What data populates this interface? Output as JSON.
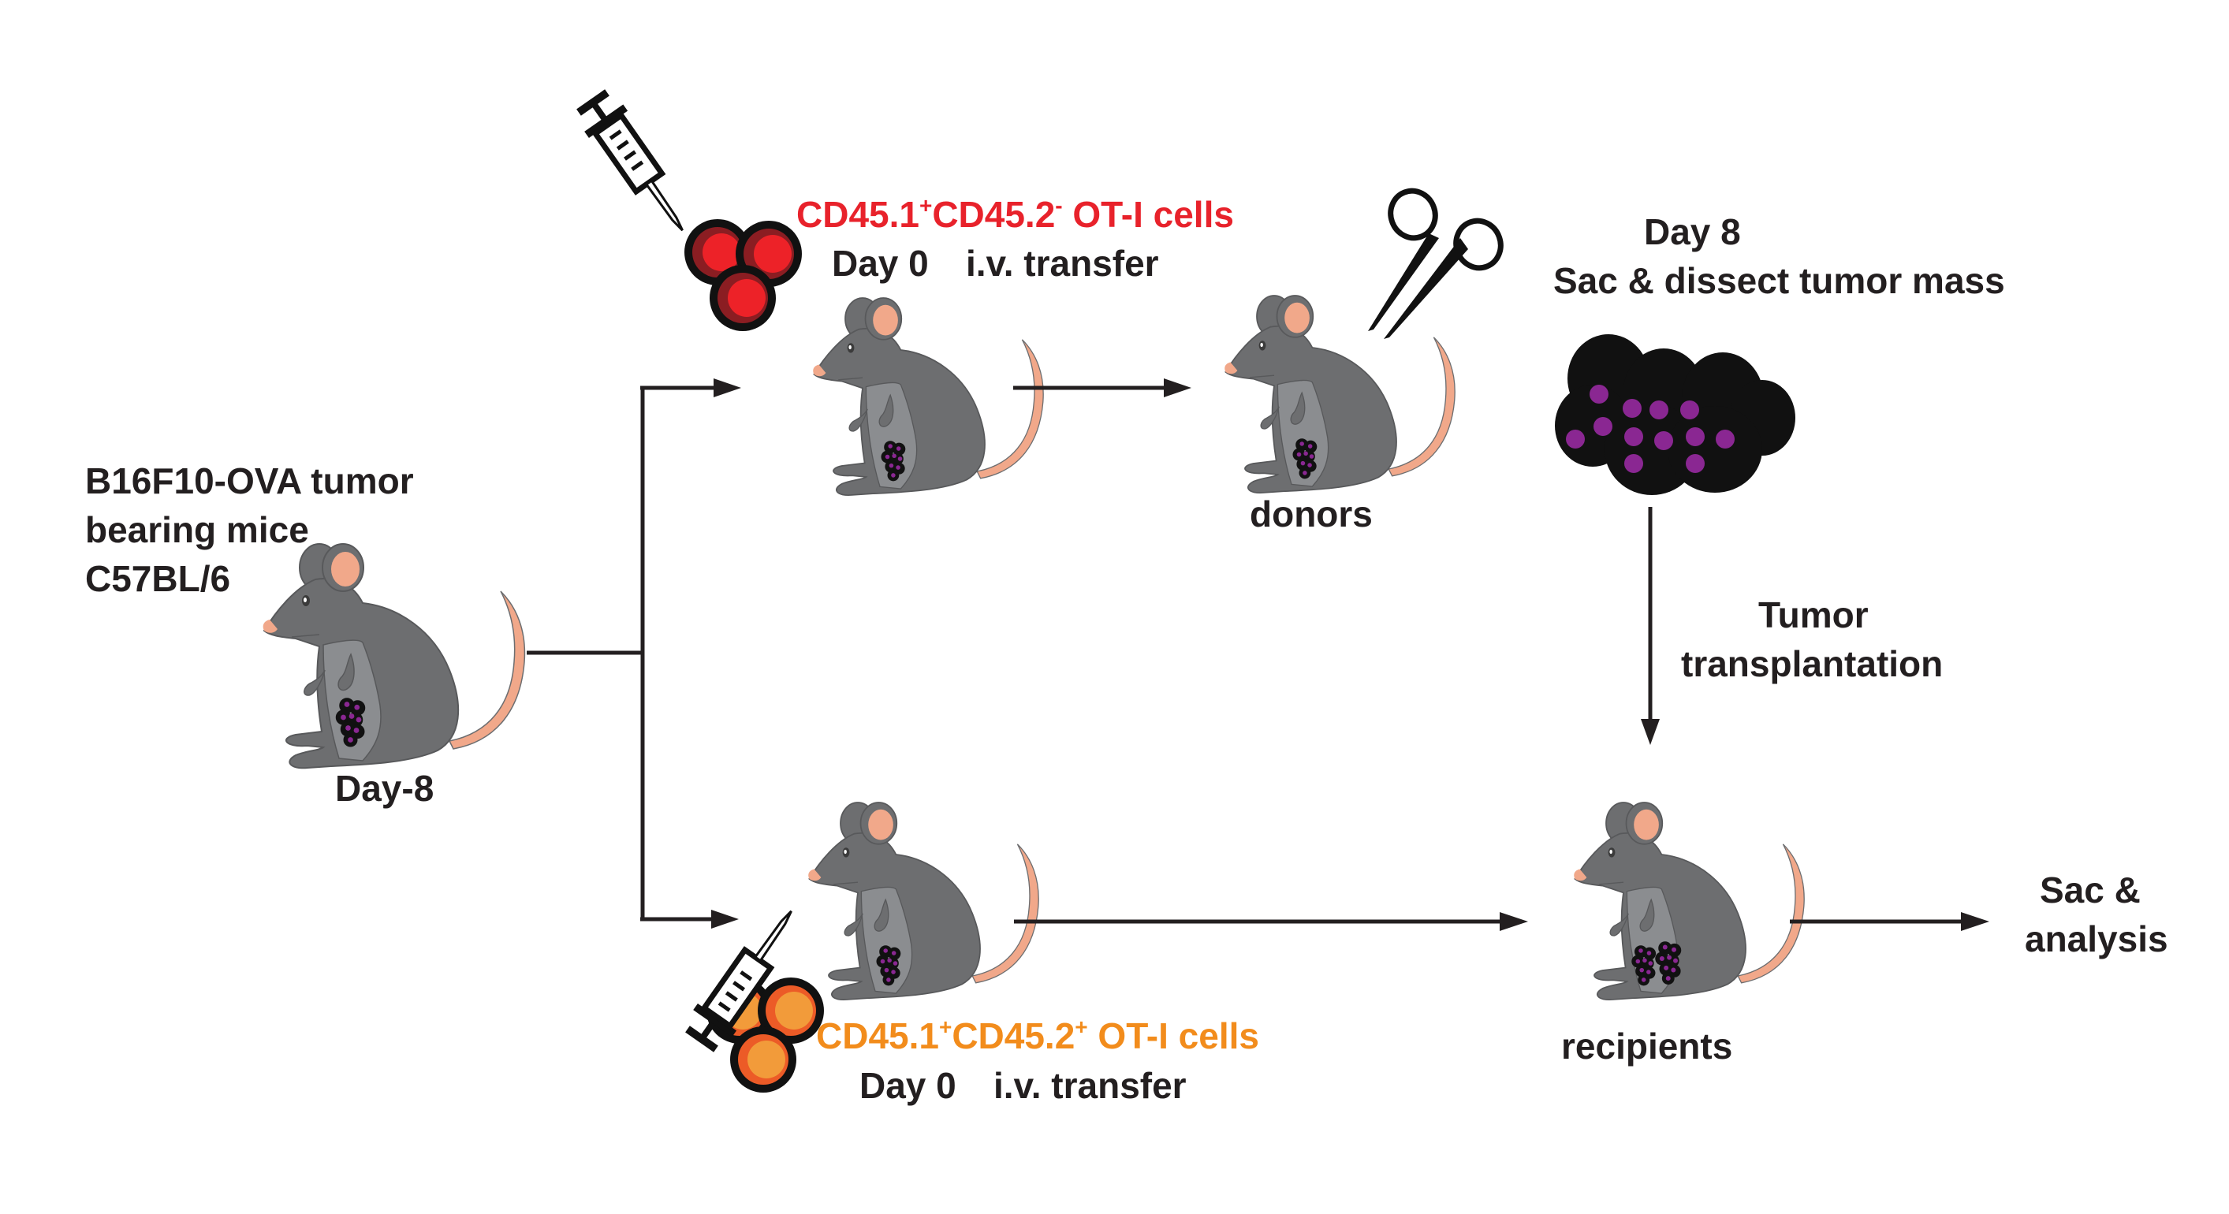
{
  "figure": {
    "type": "experimental-schematic",
    "colors": {
      "text": "#231f20",
      "red_group": "#e8222b",
      "orange_group": "#f28c1c",
      "mouse_body": "#6d6e70",
      "mouse_belly": "#8b8d90",
      "mouse_pink": "#f1a88a",
      "tumor_dot": "#8a2792",
      "tumor_black": "#111111",
      "red_cell_inner": "#ed2228",
      "red_cell_ring": "#8b1d22",
      "orange_cell_inner": "#f29b3a",
      "orange_cell_ring": "#ec5b27"
    }
  },
  "start": {
    "title_lines": [
      "B16F10-OVA tumor",
      "bearing mice",
      "C57BL/6"
    ],
    "day": "Day-8"
  },
  "group1": {
    "marker_a": "CD45.1",
    "marker_a_sup": "+",
    "marker_b": "CD45.2",
    "marker_b_sup": "-",
    "cells_label": " OT-I cells",
    "transfer_day": "Day 0",
    "transfer_text": "i.v. transfer"
  },
  "donors": {
    "label": "donors",
    "day": "Day 8",
    "action": "Sac & dissect tumor mass"
  },
  "transplant": {
    "lines": [
      "Tumor",
      "transplantation"
    ]
  },
  "group2": {
    "marker_a": "CD45.1",
    "marker_a_sup": "+",
    "marker_b": "CD45.2",
    "marker_b_sup": "+",
    "cells_label": " OT-I cells",
    "transfer_day": "Day 0",
    "transfer_text": "i.v. transfer"
  },
  "recipients": {
    "label": "recipients"
  },
  "end": {
    "lines": [
      "Sac &",
      "analysis"
    ]
  },
  "icons": [
    "mouse-icon",
    "syringe-icon",
    "t-cell-cluster-icon",
    "scissors-icon",
    "tumor-mass-icon",
    "arrow-icon"
  ]
}
